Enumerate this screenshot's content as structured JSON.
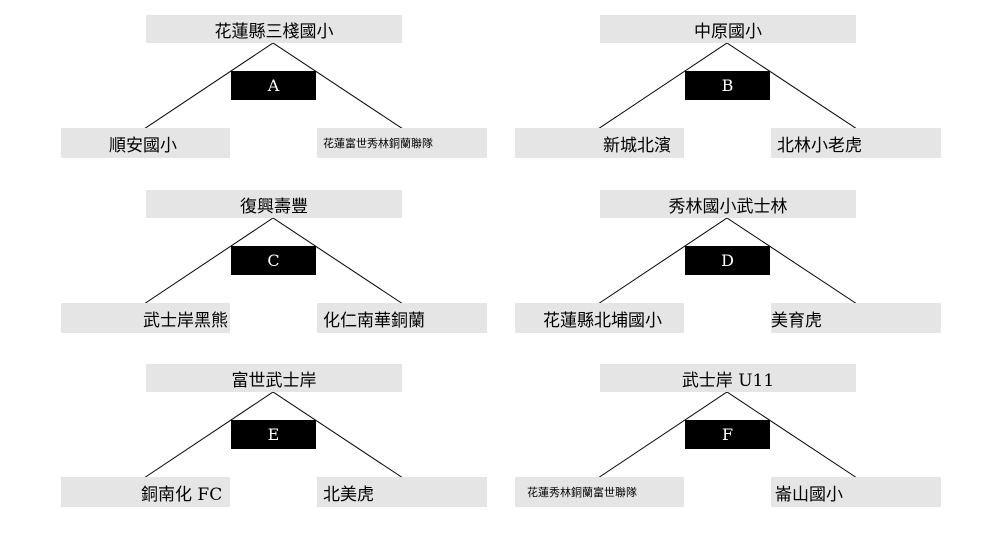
{
  "groups": [
    {
      "letter": "A",
      "top": "花蓮縣三棧國小",
      "left": "順安國小",
      "right": "花蓮富世秀林銅蘭聯隊"
    },
    {
      "letter": "B",
      "top": "中原國小",
      "left": "新城北濱",
      "right": "北林小老虎"
    },
    {
      "letter": "C",
      "top": "復興壽豐",
      "left": "武士岸黑熊",
      "right": "化仁南華銅蘭"
    },
    {
      "letter": "D",
      "top": "秀林國小武士林",
      "left": "花蓮縣北埔國小",
      "right": "美育虎"
    },
    {
      "letter": "E",
      "top": "富世武士岸",
      "left": "銅南化 FC",
      "right": "北美虎"
    },
    {
      "letter": "F",
      "top": "武士岸 U11",
      "left": "花蓮秀林銅蘭富世聯隊",
      "right": "崙山國小"
    }
  ]
}
